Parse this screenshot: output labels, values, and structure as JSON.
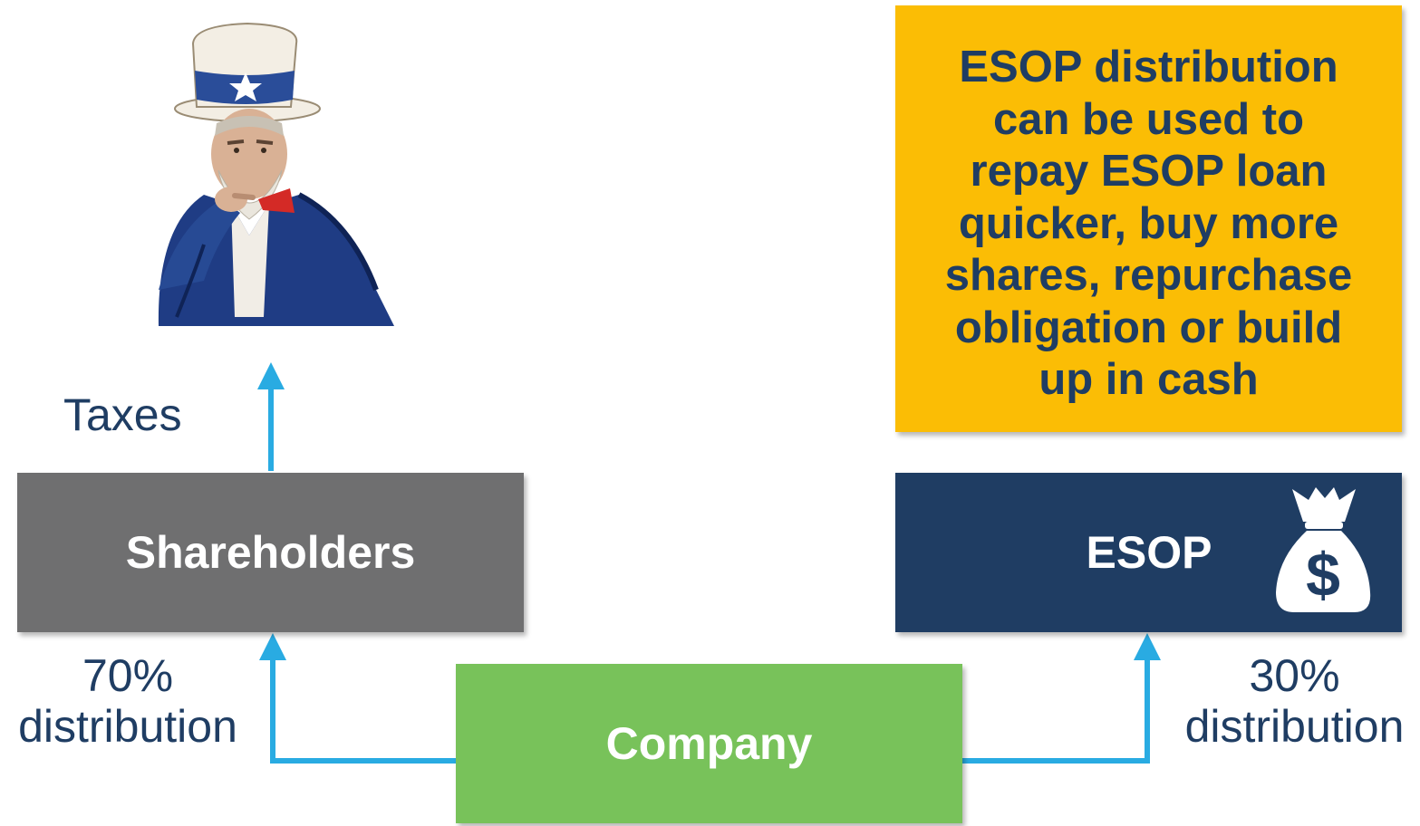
{
  "nodes": {
    "shareholders": "Shareholders",
    "esop": "ESOP",
    "company": "Company"
  },
  "labels": {
    "taxes": "Taxes",
    "left_pct": "70%",
    "left_word": "distribution",
    "right_pct": "30%",
    "right_word": "distribution"
  },
  "note": {
    "lines": [
      "ESOP distribution",
      "can be used to",
      "repay ESOP loan",
      "quicker, buy more",
      "shares, repurchase",
      "obligation or build",
      "up in cash"
    ]
  },
  "icons": {
    "money_bag": "money-bag-icon",
    "uncle_sam": "uncle-sam-illustration"
  },
  "colors": {
    "shareholders": "#6f6f70",
    "esop": "#1f3d63",
    "company": "#78c25a",
    "note": "#fbbd05",
    "arrow": "#29abe2",
    "text_dark": "#1f3d63"
  }
}
